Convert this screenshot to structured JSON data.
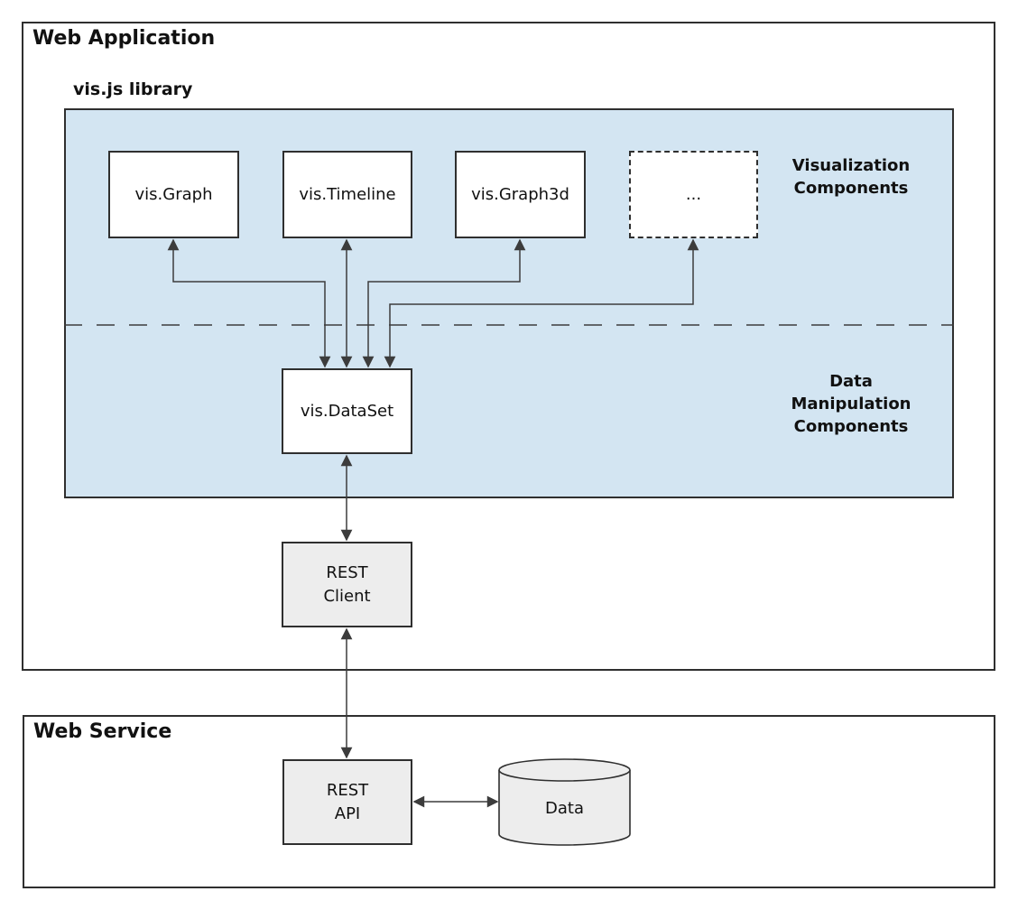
{
  "colors": {
    "canvas-bg": "#ffffff",
    "border": "#2f2f2f",
    "line": "#3c3c3c",
    "library-fill": "#d3e5f2",
    "box-fill": "#ffffff",
    "service-box-fill": "#ededed",
    "text": "#111111"
  },
  "web_application": {
    "title": "Web Application"
  },
  "vis_library": {
    "title": "vis.js library",
    "components": [
      {
        "label": "vis.Graph"
      },
      {
        "label": "vis.Timeline"
      },
      {
        "label": "vis.Graph3d"
      },
      {
        "label": "..."
      }
    ],
    "dataset_label": "vis.DataSet",
    "section_labels": {
      "visualization": {
        "line1": "Visualization",
        "line2": "Components"
      },
      "data_manipulation": {
        "line1": "Data",
        "line2": "Manipulation",
        "line3": "Components"
      }
    }
  },
  "rest_client": {
    "line1": "REST",
    "line2": "Client"
  },
  "web_service": {
    "title": "Web Service",
    "rest_api": {
      "line1": "REST",
      "line2": "API"
    },
    "data_store": {
      "label": "Data"
    }
  }
}
